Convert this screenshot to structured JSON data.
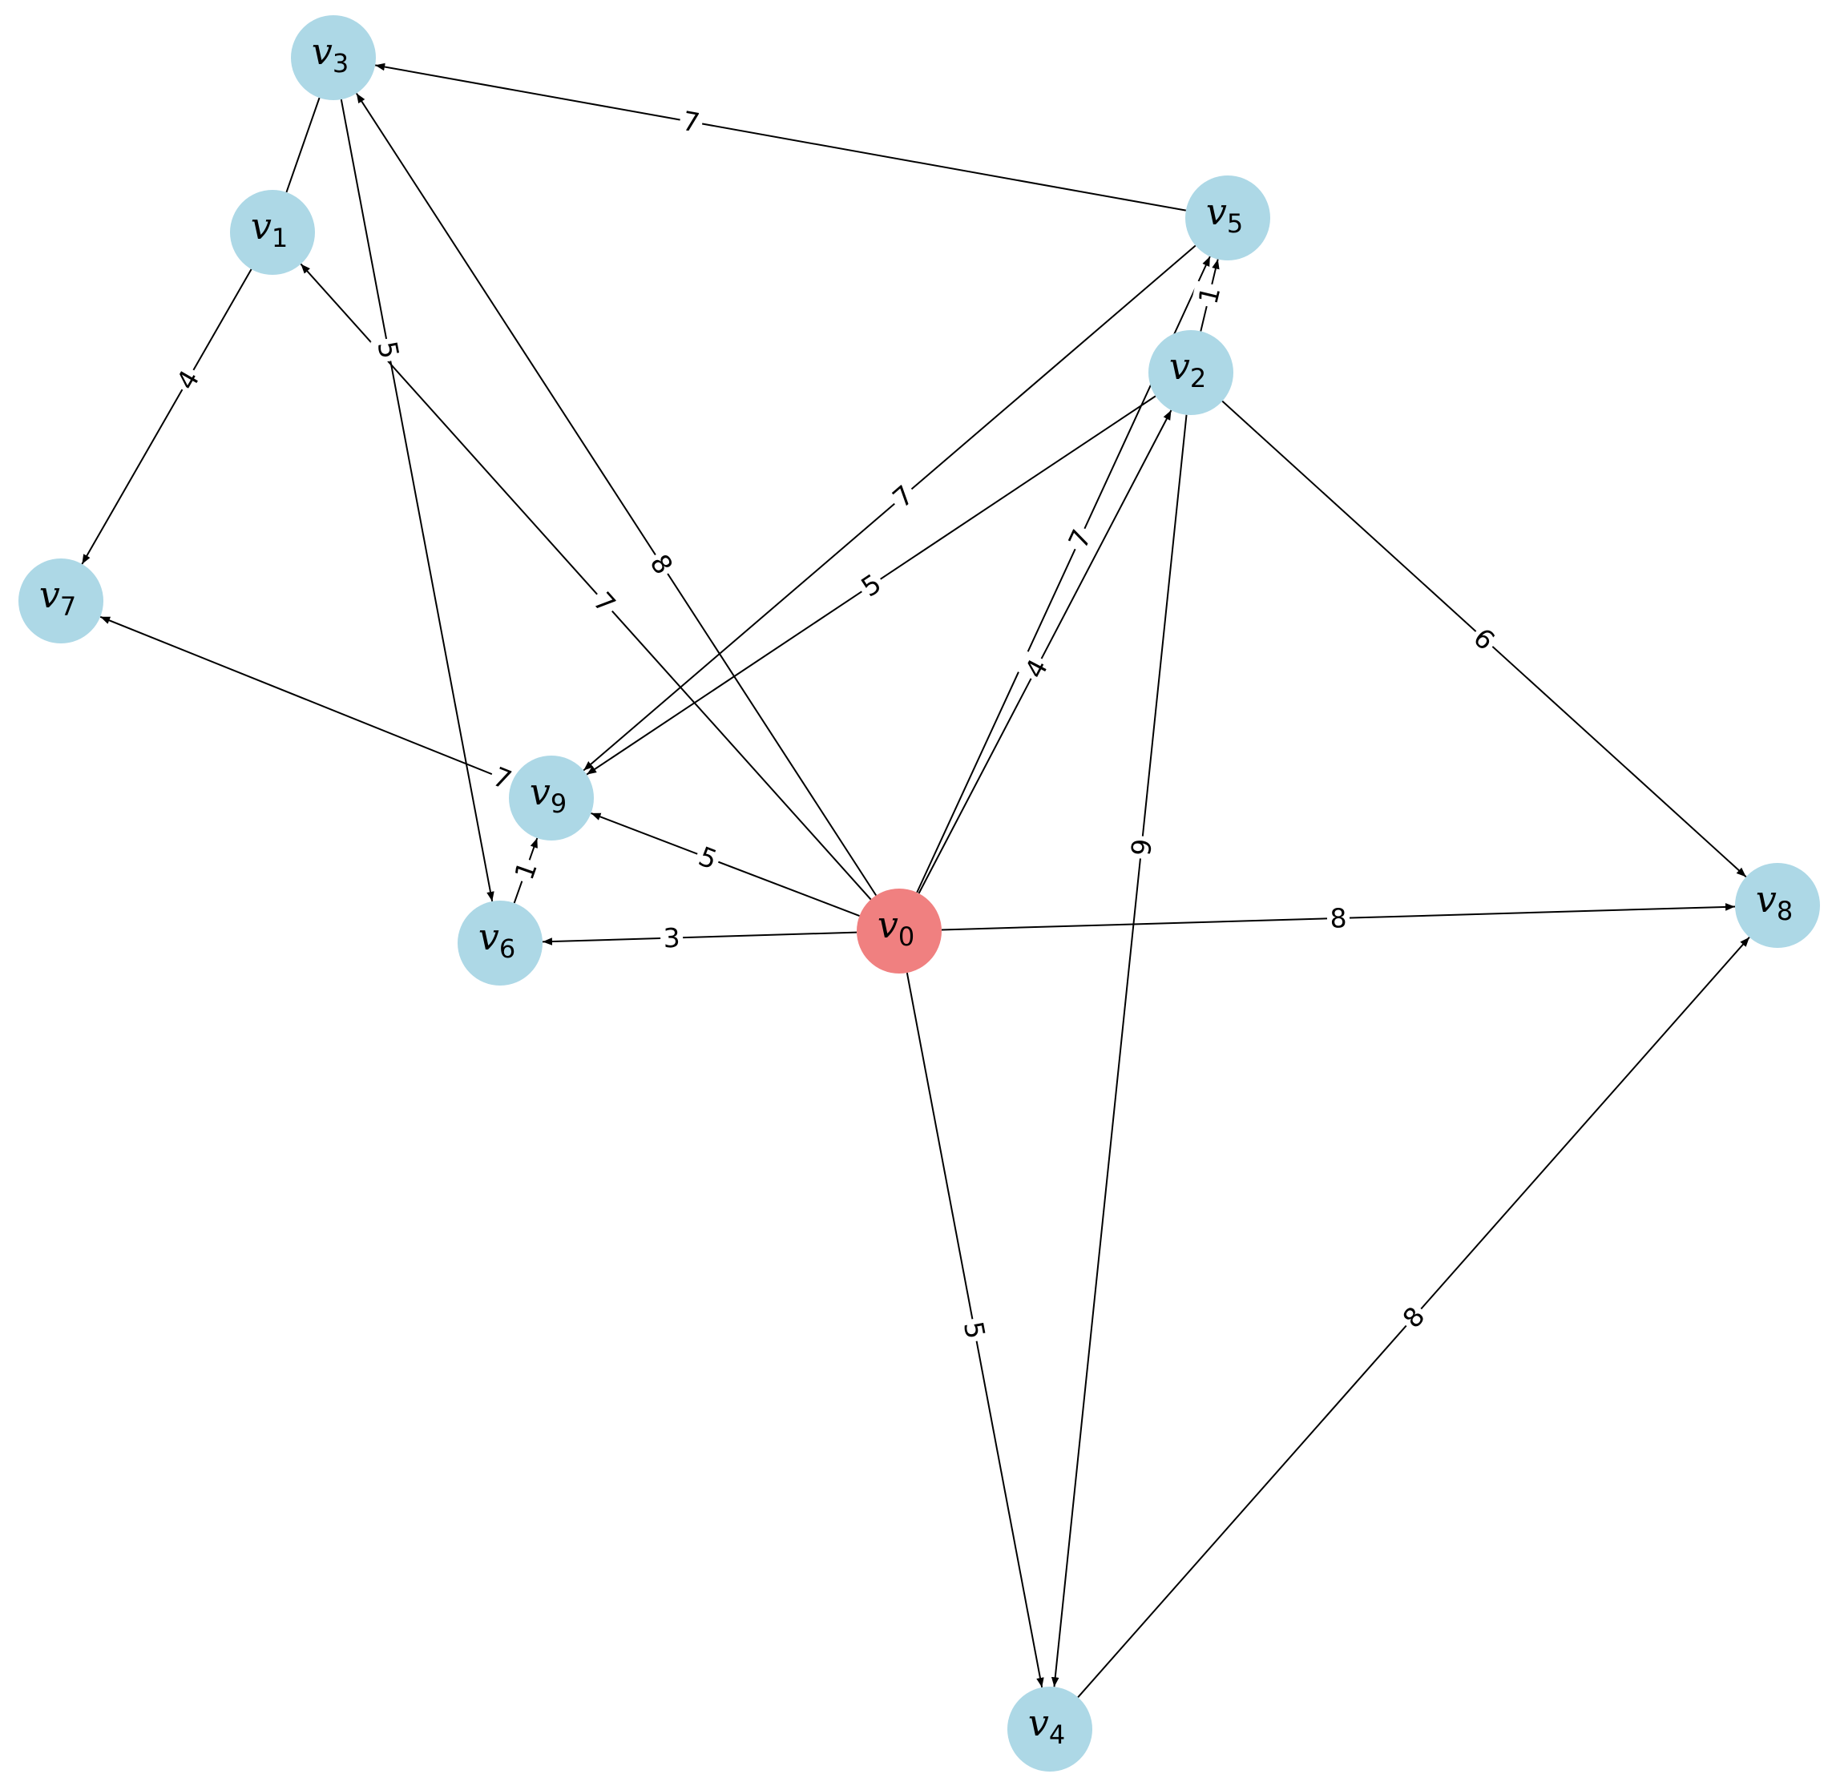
{
  "colors": {
    "node_default": "#add8e6",
    "node_source": "#f08080",
    "edge": "#000000",
    "text": "#000000"
  },
  "nodes": [
    {
      "id": "v0",
      "base": "v",
      "sub": "0",
      "role": "source"
    },
    {
      "id": "v1",
      "base": "v",
      "sub": "1",
      "role": "default"
    },
    {
      "id": "v2",
      "base": "v",
      "sub": "2",
      "role": "default"
    },
    {
      "id": "v3",
      "base": "v",
      "sub": "3",
      "role": "default"
    },
    {
      "id": "v4",
      "base": "v",
      "sub": "4",
      "role": "default"
    },
    {
      "id": "v5",
      "base": "v",
      "sub": "5",
      "role": "default"
    },
    {
      "id": "v6",
      "base": "v",
      "sub": "6",
      "role": "default"
    },
    {
      "id": "v7",
      "base": "v",
      "sub": "7",
      "role": "default"
    },
    {
      "id": "v8",
      "base": "v",
      "sub": "8",
      "role": "default"
    },
    {
      "id": "v9",
      "base": "v",
      "sub": "9",
      "role": "default"
    }
  ],
  "edges": [
    {
      "from": "v5",
      "to": "v3",
      "weight": "7"
    },
    {
      "from": "v3",
      "to": "v1",
      "weight": "",
      "directed": false
    },
    {
      "from": "v1",
      "to": "v7",
      "weight": "4"
    },
    {
      "from": "v3",
      "to": "v6",
      "weight": "5"
    },
    {
      "from": "v0",
      "to": "v3",
      "weight": "8"
    },
    {
      "from": "v0",
      "to": "v1",
      "weight": "7"
    },
    {
      "from": "v5",
      "to": "v9",
      "weight": "7"
    },
    {
      "from": "v2",
      "to": "v9",
      "weight": "5"
    },
    {
      "from": "v0",
      "to": "v5",
      "weight": "7"
    },
    {
      "from": "v0",
      "to": "v2",
      "weight": "4"
    },
    {
      "from": "v2",
      "to": "v5",
      "weight": "1"
    },
    {
      "from": "v2",
      "to": "v8",
      "weight": "6"
    },
    {
      "from": "v2",
      "to": "v4",
      "weight": "9"
    },
    {
      "from": "v9",
      "to": "v7",
      "weight": "7"
    },
    {
      "from": "v0",
      "to": "v9",
      "weight": "5"
    },
    {
      "from": "v6",
      "to": "v9",
      "weight": "1"
    },
    {
      "from": "v0",
      "to": "v6",
      "weight": "3"
    },
    {
      "from": "v0",
      "to": "v8",
      "weight": "8"
    },
    {
      "from": "v0",
      "to": "v4",
      "weight": "5"
    },
    {
      "from": "v4",
      "to": "v8",
      "weight": "8"
    }
  ]
}
